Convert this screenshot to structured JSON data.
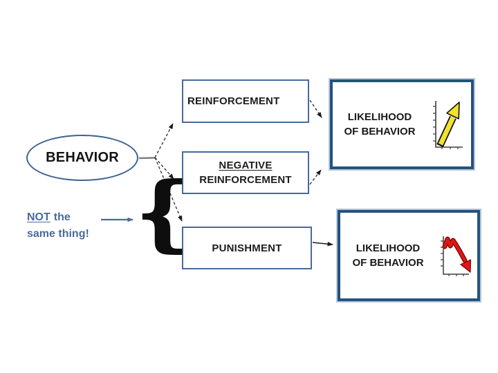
{
  "slide": {
    "background": "#ffffff",
    "behavior_node": {
      "label": "BEHAVIOR"
    },
    "branch_boxes": {
      "reinforcement": {
        "label": "REINFORCEMENT"
      },
      "negative_reinforcement": {
        "line1": "NEGATIVE",
        "line2": "REINFORCEMENT"
      },
      "punishment": {
        "label": "PUNISHMENT"
      }
    },
    "outcome_boxes": {
      "likelihood_up": {
        "line1": "LIKELIHOOD",
        "line2": "OF BEHAVIOR",
        "trend": "up",
        "arrow_color": "#f2e12e"
      },
      "likelihood_down": {
        "line1": "LIKELIHOOD",
        "line2": "OF BEHAVIOR",
        "trend": "down",
        "arrow_color": "#e01616"
      }
    },
    "note": {
      "underlined_word": "NOT",
      "line1_rest": "the",
      "line2": "same thing!"
    },
    "brace_glyph": "{",
    "colors": {
      "node_border": "#3d6191",
      "box_border": "#47699c",
      "outcome_border": "#24527e",
      "outcome_halo": "#b6c6dc",
      "connector": "#2b2b2b",
      "trunk": "#7f7f7f",
      "note_text": "#4a6a9b"
    }
  }
}
